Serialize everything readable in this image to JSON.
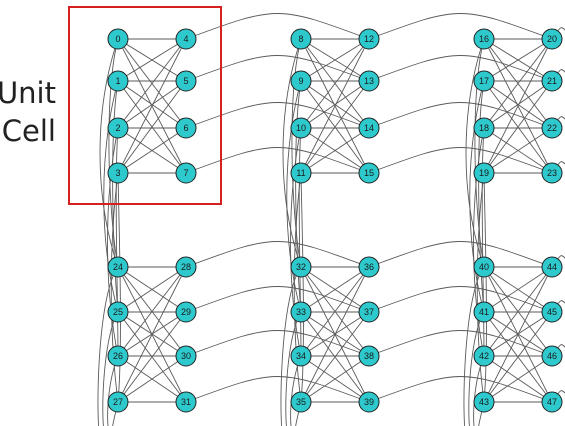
{
  "caption": {
    "line1": "Unit",
    "line2": "Cell"
  },
  "colors": {
    "node_fill": "#2ec9cc",
    "node_stroke": "#222222",
    "edge": "#5a5a5a",
    "highlight": "#d62020",
    "text": "#1a1a1a"
  },
  "grid": {
    "rows": 2,
    "cols": 3,
    "nodes_per_side": 4,
    "highlighted_cell": [
      0,
      0
    ]
  },
  "cells": [
    {
      "row": 0,
      "col": 0,
      "left": [
        0,
        1,
        2,
        3
      ],
      "right": [
        4,
        5,
        6,
        7
      ]
    },
    {
      "row": 0,
      "col": 1,
      "left": [
        8,
        9,
        10,
        11
      ],
      "right": [
        12,
        13,
        14,
        15
      ]
    },
    {
      "row": 0,
      "col": 2,
      "left": [
        16,
        17,
        18,
        19
      ],
      "right": [
        20,
        21,
        22,
        23
      ]
    },
    {
      "row": 1,
      "col": 0,
      "left": [
        24,
        25,
        26,
        27
      ],
      "right": [
        28,
        29,
        30,
        31
      ]
    },
    {
      "row": 1,
      "col": 1,
      "left": [
        32,
        33,
        34,
        35
      ],
      "right": [
        36,
        37,
        38,
        39
      ]
    },
    {
      "row": 1,
      "col": 2,
      "left": [
        40,
        41,
        42,
        43
      ],
      "right": [
        44,
        45,
        46,
        47
      ]
    }
  ]
}
